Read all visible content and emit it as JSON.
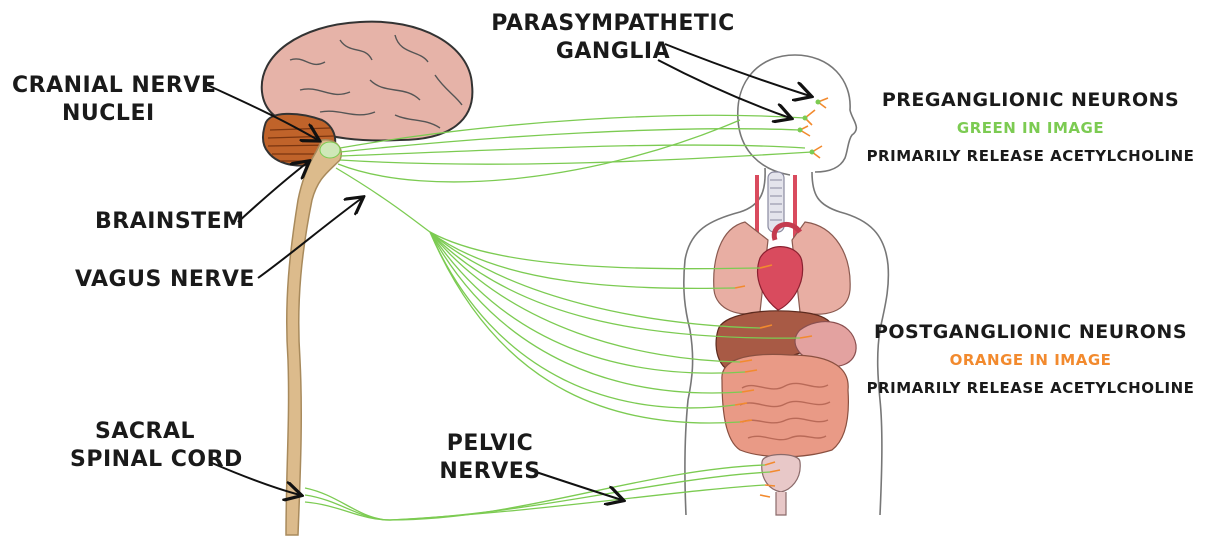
{
  "labels": {
    "cranial_nerve_nuclei": [
      "CRANIAL NERVE",
      "NUCLEI"
    ],
    "brainstem": "BRAINSTEM",
    "vagus_nerve": "VAGUS NERVE",
    "sacral_spinal_cord": [
      "SACRAL",
      "SPINAL CORD"
    ],
    "parasympathetic_ganglia": [
      "PARASYMPATHETIC",
      "GANGLIA"
    ],
    "pelvic_nerves": [
      "PELVIC",
      "NERVES"
    ]
  },
  "legend": {
    "preganglionic": {
      "title": "PREGANGLIONIC NEURONS",
      "color_note": "GREEN IN IMAGE",
      "release": "PRIMARILY RELEASE ACETYLCHOLINE"
    },
    "postganglionic": {
      "title": "POSTGANGLIONIC NEURONS",
      "color_note": "ORANGE IN IMAGE",
      "release": "PRIMARILY RELEASE ACETYLCHOLINE"
    }
  },
  "colors": {
    "preganglionic": "#7ccb52",
    "postganglionic": "#f28a2e",
    "brain": "#e6b3a8",
    "cerebellum": "#c0632a",
    "spinal_cord": "#dcbb8c",
    "heart": "#d94b5e",
    "liver": "#a85a45",
    "lungs": "#e8aea3",
    "intestines": "#e99a86"
  }
}
